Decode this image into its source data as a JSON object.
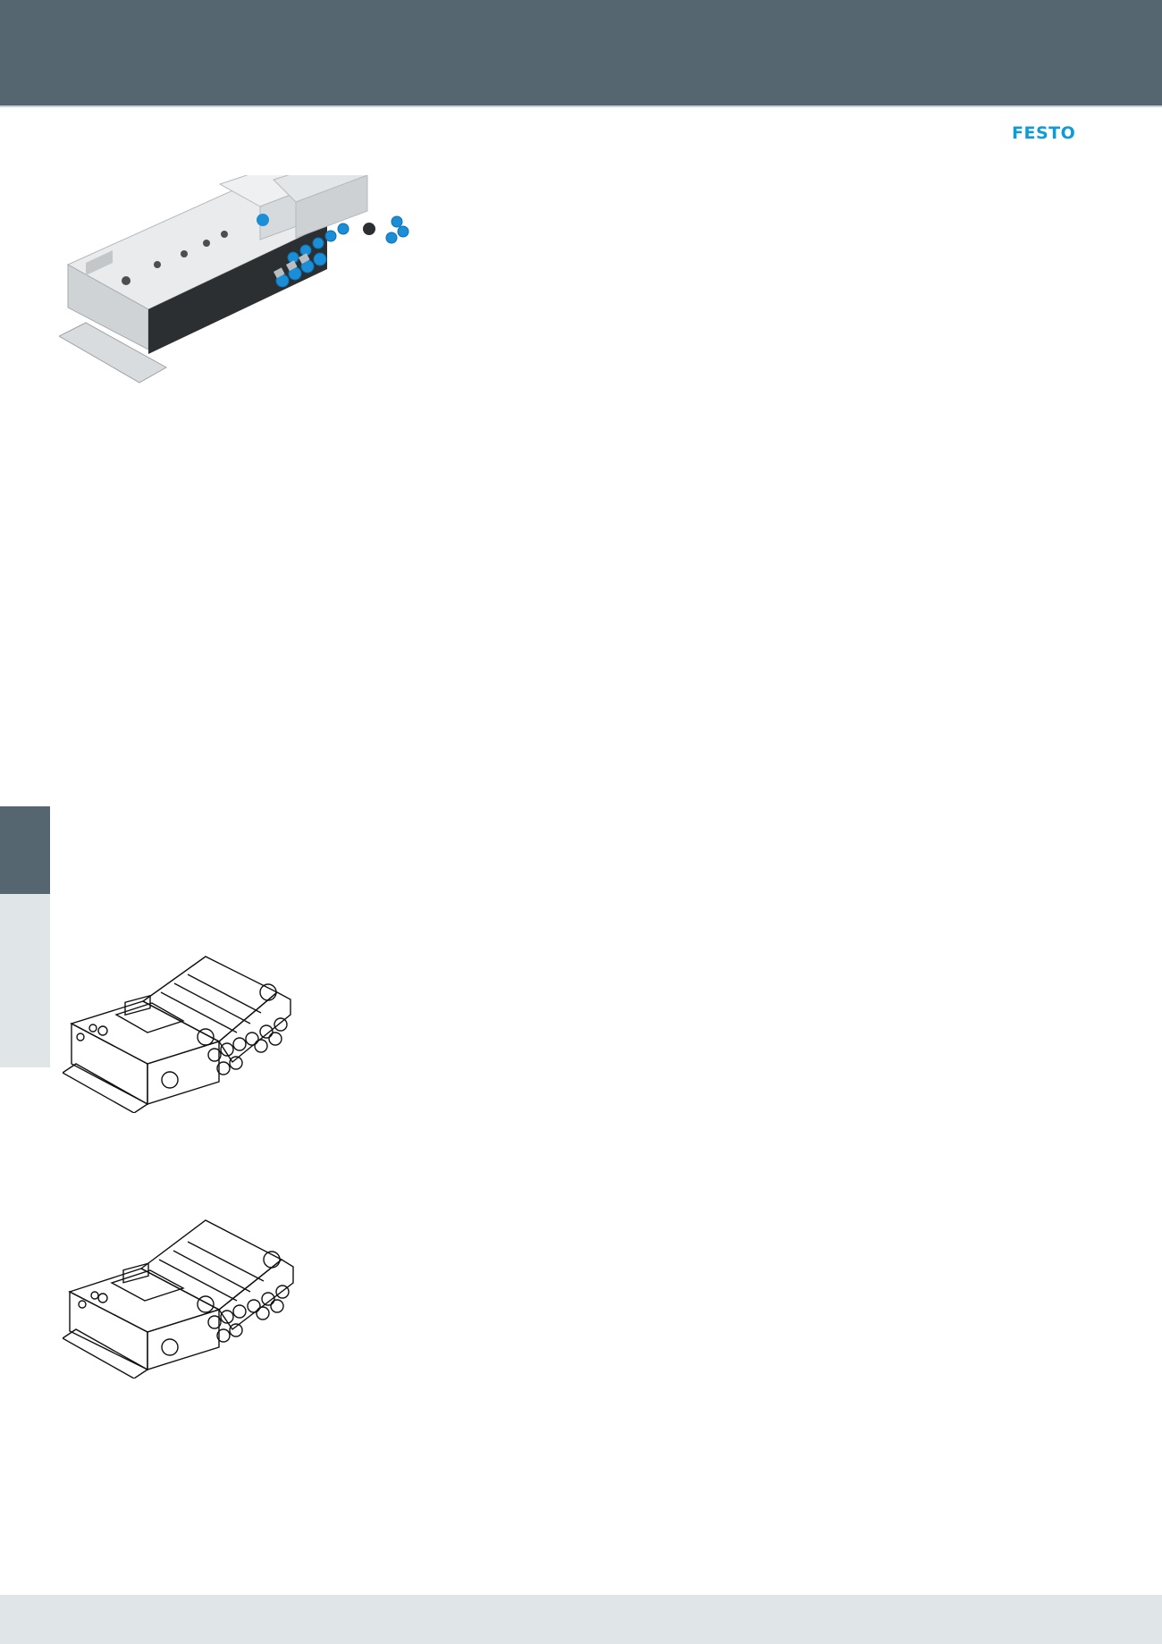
{
  "header": {
    "band_color": "#566670"
  },
  "brand": {
    "logo_text": "FESTO",
    "logo_color": "#0f9bd7"
  },
  "side_tab": {
    "active_color": "#566670",
    "inactive_color": "#e0e5e8"
  },
  "footer": {
    "band_color": "#e0e5e8"
  },
  "images": [
    {
      "name": "valve-terminal-photo",
      "kind": "product photo",
      "accent_color": "#1a8fd8"
    },
    {
      "name": "valve-terminal-drawing-1",
      "kind": "line drawing"
    },
    {
      "name": "valve-terminal-drawing-2",
      "kind": "line drawing"
    }
  ]
}
